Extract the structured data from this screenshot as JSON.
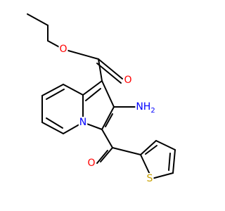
{
  "atoms": {
    "ester_o1": {
      "text": "O",
      "color": "#ff0000"
    },
    "ester_o2": {
      "text": "O",
      "color": "#ff0000"
    },
    "amine": {
      "text": "NH",
      "subscript": "2",
      "color": "#0000ff"
    },
    "ring_n": {
      "text": "N",
      "color": "#0000ff"
    },
    "ketone_o": {
      "text": "O",
      "color": "#ff0000"
    },
    "thio_s": {
      "text": "S",
      "color": "#c8a000"
    }
  },
  "colors": {
    "bond": "#000000",
    "background": "#ffffff"
  }
}
